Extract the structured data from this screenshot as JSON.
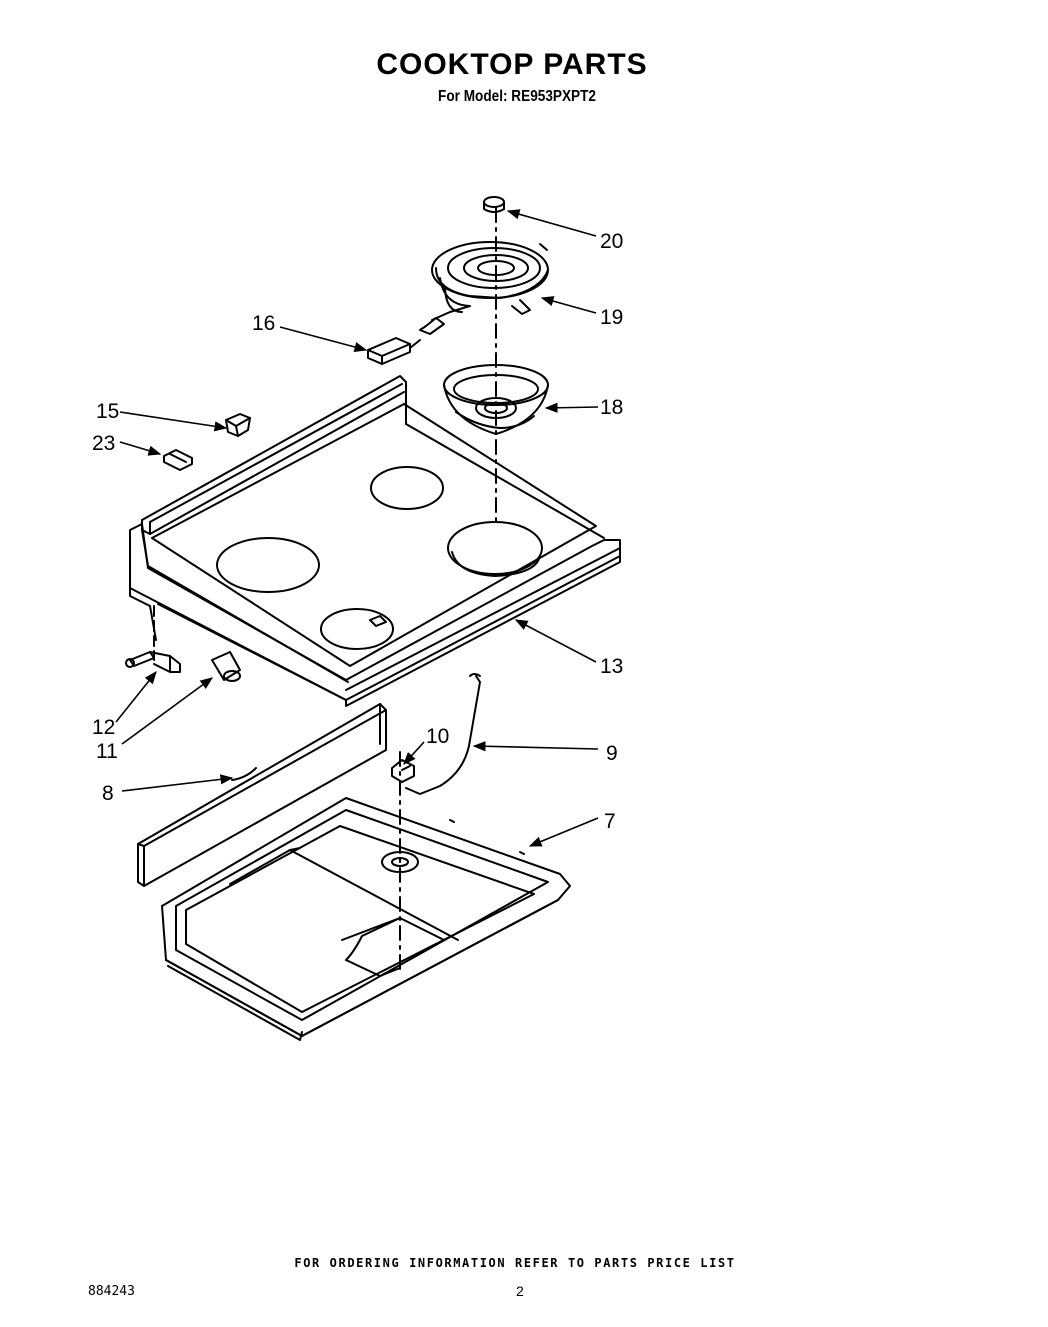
{
  "header": {
    "title": "COOKTOP PARTS",
    "subtitle": "For Model: RE953PXPT2"
  },
  "callouts": [
    "20",
    "19",
    "16",
    "18",
    "15",
    "23",
    "13",
    "12",
    "11",
    "10",
    "9",
    "8",
    "7"
  ],
  "footer": {
    "ordering_note": "FOR ORDERING INFORMATION REFER TO PARTS PRICE LIST",
    "document_number": "884243",
    "page_number": "2"
  }
}
